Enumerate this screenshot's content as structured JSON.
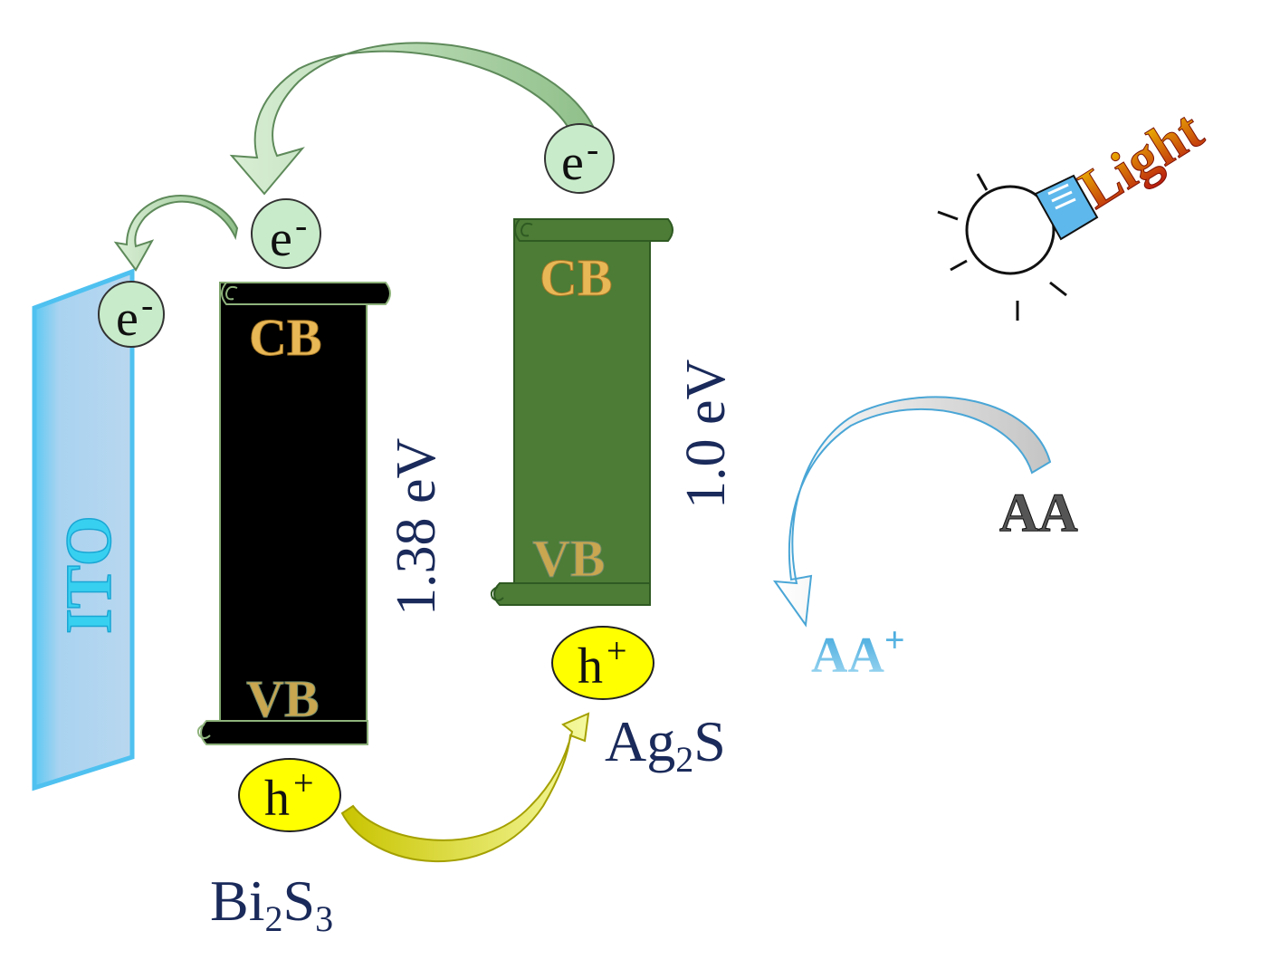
{
  "electrode": {
    "label": "ITO"
  },
  "particles": {
    "electron": "e",
    "electron_charge": "-",
    "hole": "h",
    "hole_charge": "+"
  },
  "bands": {
    "bi2s3": {
      "cb": "CB",
      "vb": "VB",
      "gap": "1.38 eV",
      "formula": {
        "a": "Bi",
        "a_sub": "2",
        "b": "S",
        "b_sub": "3"
      }
    },
    "ag2s": {
      "cb": "CB",
      "vb": "VB",
      "gap": "1.0 eV",
      "formula": {
        "a": "Ag",
        "a_sub": "2",
        "b": "S"
      }
    }
  },
  "light": {
    "label": "Light",
    "icon": "light-bulb-icon"
  },
  "reaction": {
    "reactant": "AA",
    "product": "AA",
    "product_charge": "+"
  },
  "colors": {
    "ito": "#9fcbee",
    "ito_text": "#38d0f0",
    "bi2s3_band": "#000000",
    "ag2s_band": "#4c7c36",
    "band_label": "#e9b856",
    "electron_fill": "#c8ecca",
    "hole_fill": "#ffff00",
    "arrow_green": "#a8cfa2",
    "arrow_yellow": "#e0e85a",
    "arrow_grey": "#cfcfcf",
    "text_navy": "#1a2a5a",
    "aa_plus": "#58b8e0",
    "light_text": "#c81e14"
  }
}
